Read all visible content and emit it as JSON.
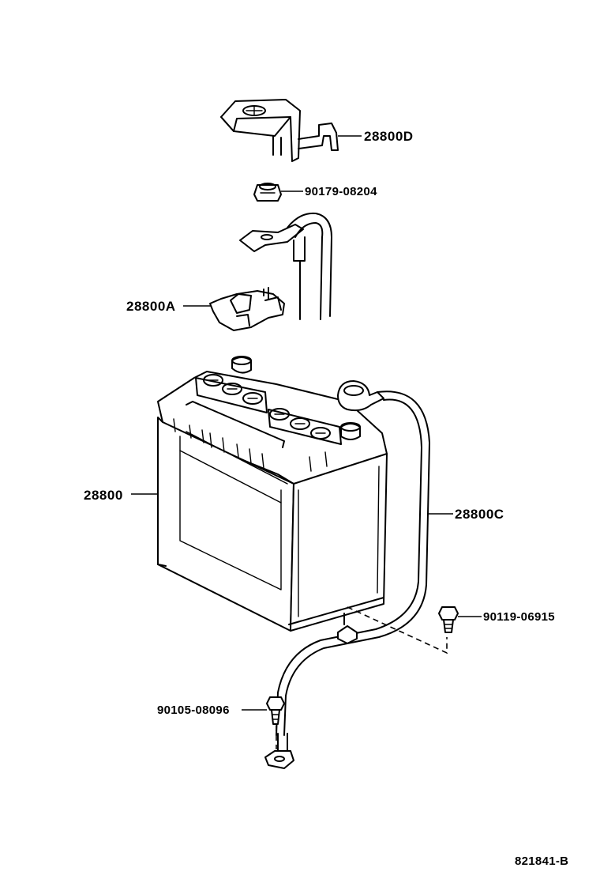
{
  "diagram": {
    "figure_code": "821841-B",
    "parts": [
      {
        "id": "28800D",
        "name": "28800D"
      },
      {
        "id": "90179-08204",
        "name": "90179-08204"
      },
      {
        "id": "28800A",
        "name": "28800A"
      },
      {
        "id": "28800",
        "name": "28800"
      },
      {
        "id": "28800C",
        "name": "28800C"
      },
      {
        "id": "90119-06915",
        "name": "90119-06915"
      },
      {
        "id": "90105-08096",
        "name": "90105-08096"
      }
    ]
  }
}
